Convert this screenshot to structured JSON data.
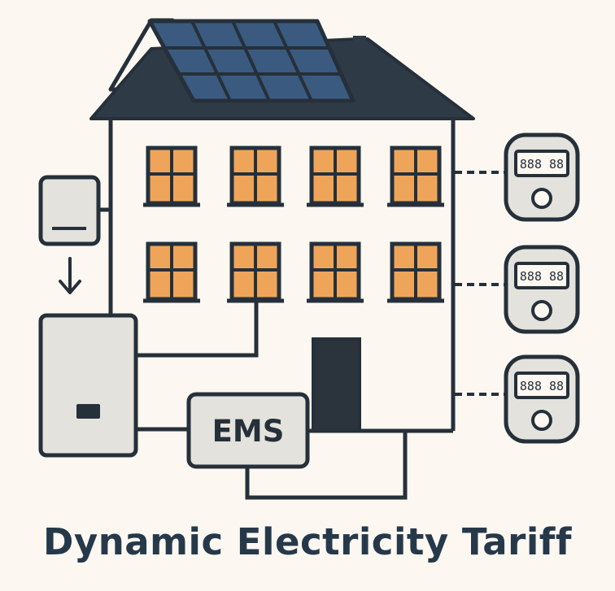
{
  "title": "Dynamic Electricity Tariff",
  "ems_label": "EMS",
  "meters": [
    {
      "display": "888 88"
    },
    {
      "display": "888 88"
    },
    {
      "display": "888 88"
    }
  ],
  "colors": {
    "background": "#fcf8f1",
    "outline": "#26303a",
    "roof": "#2e3a46",
    "solar_panel": "#3a5a80",
    "window_glass": "#eea55a",
    "device_fill": "#e3e2dc",
    "door": "#2b343d",
    "title_text": "#26394a"
  }
}
